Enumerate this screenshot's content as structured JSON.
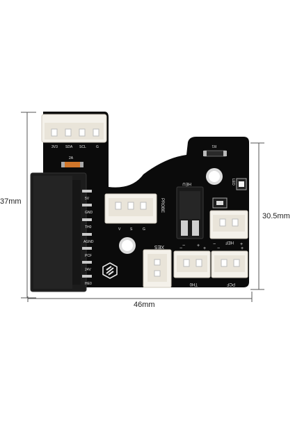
{
  "dimensions": {
    "height_left": "37mm",
    "height_right": "30.5mm",
    "width_bottom": "46mm"
  },
  "board": {
    "top_connector_pins": [
      "G",
      "SCL",
      "SDA",
      "3V3"
    ],
    "fuse_label": "2A",
    "left_connector_labels": [
      "5V",
      "GND",
      "TH0",
      "AGND",
      "PCF",
      "24V",
      "HE0"
    ],
    "probe_label": "PROBE",
    "probe_pins": [
      "V",
      "S",
      "G"
    ],
    "xes_label": "XES",
    "th0_label": "TH0",
    "pcf_label": "PCF",
    "hef_label": "HEF",
    "led_label": "LED",
    "r1_label": "R1",
    "heu_label": "HEU"
  },
  "colors": {
    "pcb": "#0b0b0b",
    "silk": "#e8e8e8",
    "connector": "#f4f1ea",
    "pad": "#c9c9c9"
  }
}
